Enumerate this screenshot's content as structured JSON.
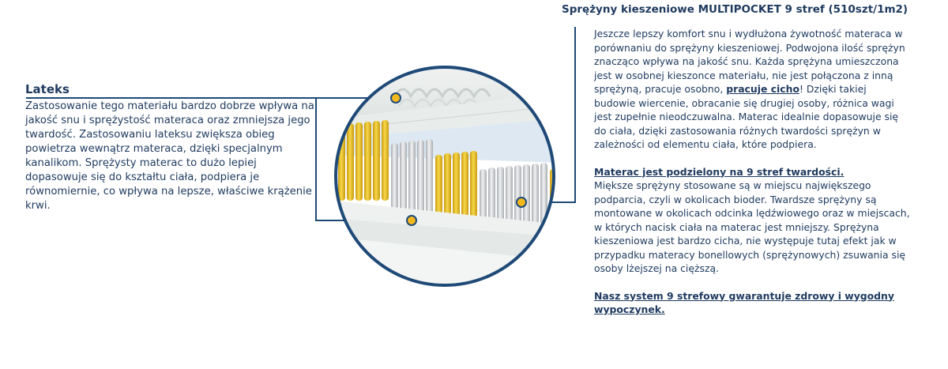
{
  "left": {
    "title": "Lateks",
    "paragraph": "Zastosowanie tego materiału bardzo dobrze wpływa na jakość snu i sprężystość materaca oraz zmniejsza jego twardość. Zastosowaniu lateksu zwiększa obieg powietrza wewnątrz materaca, dzięki specjalnym kanalikom. Sprężysty materac to dużo lepiej dopasowuje się do kształtu ciała, podpiera je równomiernie, co wpływa na lepsze, właściwe krążenie krwi."
  },
  "right": {
    "title": "Sprężyny kieszeniowe MULTIPOCKET  9 stref (510szt/1m2)",
    "intro_before": "Jeszcze lepszy komfort snu i wydłużona żywotność materaca w porównaniu do sprężyny kieszeniowej. Podwojona ilość sprężyn znacząco wpływa na jakość snu. Każda sprężyna umieszczona jest w osobnej kieszonce materiału, nie jest połączona z inną sprężyną, pracuje osobno, ",
    "intro_link": "pracuje cicho",
    "intro_after": "! Dzięki takiej budowie wiercenie, obracanie się drugiej osoby, różnica wagi jest zupełnie nieodczuwalna. Materac idealnie dopasowuje się do ciała, dzięki zastosowania różnych twardości sprężyn w zależności od elementu ciała, które podpiera.",
    "zones_heading": "Materac jest podzielony na 9 stref twardości.",
    "zones_text": "Miększe sprężyny stosowane są w miejscu największego podparcia, czyli w okolicach bioder. Twardsze sprężyny są montowane w okolicach odcinka lędźwiowego oraz w miejscach, w których nacisk ciała na materac jest mniejszy. Sprężyna kieszeniowa jest bardzo cicha, nie występuje tutaj efekt jak w przypadku materacy bonellowych (sprężynowych) zsuwania się osoby lżejszej na cięższą.",
    "closing": "Nasz system 9 strefowy gwarantuje zdrowy i wygodny wypoczynek."
  },
  "colors": {
    "navy": "#1f4a78",
    "dot": "#f2b81e",
    "yellow_spring": "#f3cb2c",
    "grey_spring": "#d8dadc"
  }
}
